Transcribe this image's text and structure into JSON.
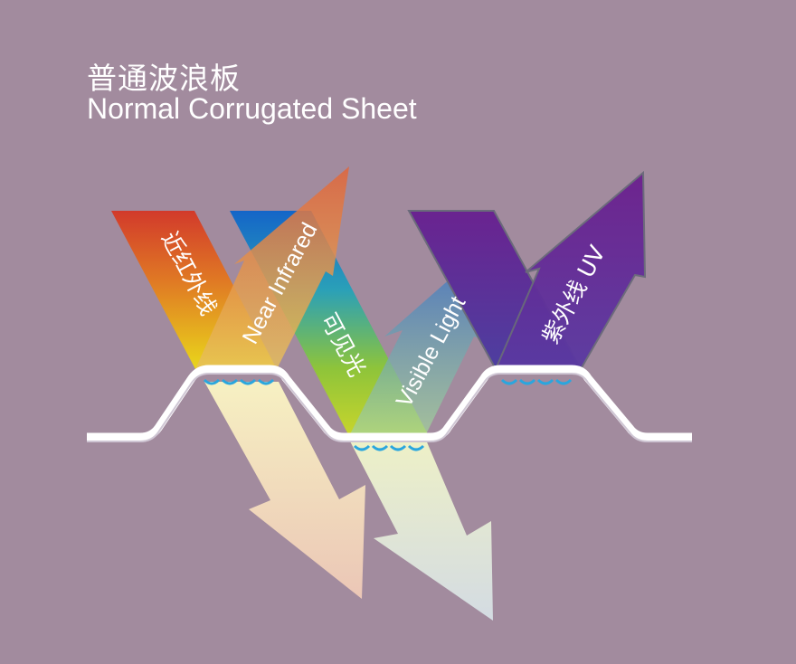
{
  "title": {
    "chinese": "普通波浪板",
    "english": "Normal Corrugated Sheet"
  },
  "labels": {
    "near_infrared_cn": "近红外线",
    "near_infrared_en": "Near Infrared",
    "visible_cn": "可见光",
    "visible_en": "Visible Light",
    "uv": "紫外线 UV"
  },
  "colors": {
    "background": "#a28b9e",
    "sheet": "#ffffff",
    "droplets": "#2aa6de",
    "infrared_top": "#d43f2a",
    "infrared_bottom": "#e8d21c",
    "uv": "#6d2a96"
  }
}
